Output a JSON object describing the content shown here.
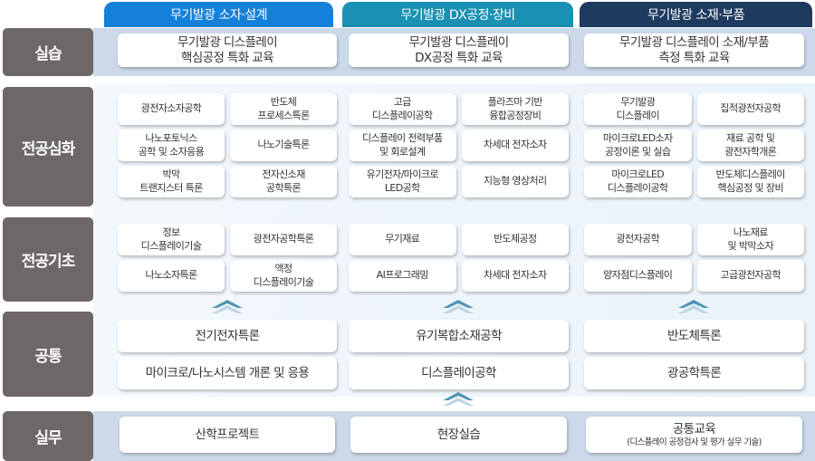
{
  "columns": [
    {
      "title": "무기발광 소자·설계",
      "color": "#1580d8"
    },
    {
      "title": "무기발광 DX공정·장비",
      "color": "#1a90b2"
    },
    {
      "title": "무기발광 소재·부품",
      "color": "#1e3a5f"
    }
  ],
  "rows": {
    "practice": "실습",
    "advanced": "전공심화",
    "basic": "전공기초",
    "common": "공통",
    "field": "실무"
  },
  "practice": [
    [
      "무기발광 디스플레이",
      "핵심공정 특화 교육"
    ],
    [
      "무기발광 디스플레이",
      "DX공정 특화 교육"
    ],
    [
      "무기발광 디스플레이 소재/부품",
      "측정 특화 교육"
    ]
  ],
  "advanced": [
    [
      [
        "광전자소자공학"
      ],
      [
        "반도체",
        "프로세스특론"
      ],
      [
        "나노포토닉스",
        "공학 및 소자응용"
      ],
      [
        "나노기술특론"
      ],
      [
        "박막",
        "트랜지스터 특론"
      ],
      [
        "전자신소재",
        "공학특론"
      ]
    ],
    [
      [
        "고급",
        "디스플레이공학"
      ],
      [
        "플라즈마 기반",
        "융합공정장비"
      ],
      [
        "디스플레이 전력부품",
        "및 회로설계"
      ],
      [
        "차세대 전자소자"
      ],
      [
        "유기전자/마이크로",
        "LED공학"
      ],
      [
        "지능형 영상처리"
      ]
    ],
    [
      [
        "무기발광",
        "디스플레이"
      ],
      [
        "집적광전자공학"
      ],
      [
        "마이크로LED소자",
        "공정이론 및 실습"
      ],
      [
        "재료 공학 및",
        "광전자학개론"
      ],
      [
        "마이크로LED",
        "디스플레이공학"
      ],
      [
        "반도체디스플레이",
        "핵심공정 및 장비"
      ]
    ]
  ],
  "basic": [
    [
      [
        "정보",
        "디스플레이기술"
      ],
      [
        "광전자공학특론"
      ],
      [
        "나노소자특론"
      ],
      [
        "액정",
        "디스플레이기술"
      ]
    ],
    [
      [
        "무기재료"
      ],
      [
        "반도체공정"
      ],
      [
        "AI프로그래밍"
      ],
      [
        "차세대 전자소자"
      ]
    ],
    [
      [
        "광전자공학"
      ],
      [
        "나노재료",
        "및 박막소자"
      ],
      [
        "양자점디스플레이"
      ],
      [
        "고급광전자공학"
      ]
    ]
  ],
  "common": [
    [
      "전기전자특론",
      "마이크로/나노시스템 개론 및 응용"
    ],
    [
      "유기복합소재공학",
      "디스플레이공학"
    ],
    [
      "반도체특론",
      "광공학특론"
    ]
  ],
  "field": [
    {
      "title": "산학프로젝트"
    },
    {
      "title": "현장실습"
    },
    {
      "title": "공통교육",
      "sub": "(디스플레이 공정검사 및 평가 실무 기술)"
    }
  ],
  "colors": {
    "label_bg": "#6e6767",
    "band_dark": "#cbd9ea",
    "band_light": "#eef5fb",
    "arrow": "#5a9cb8"
  }
}
